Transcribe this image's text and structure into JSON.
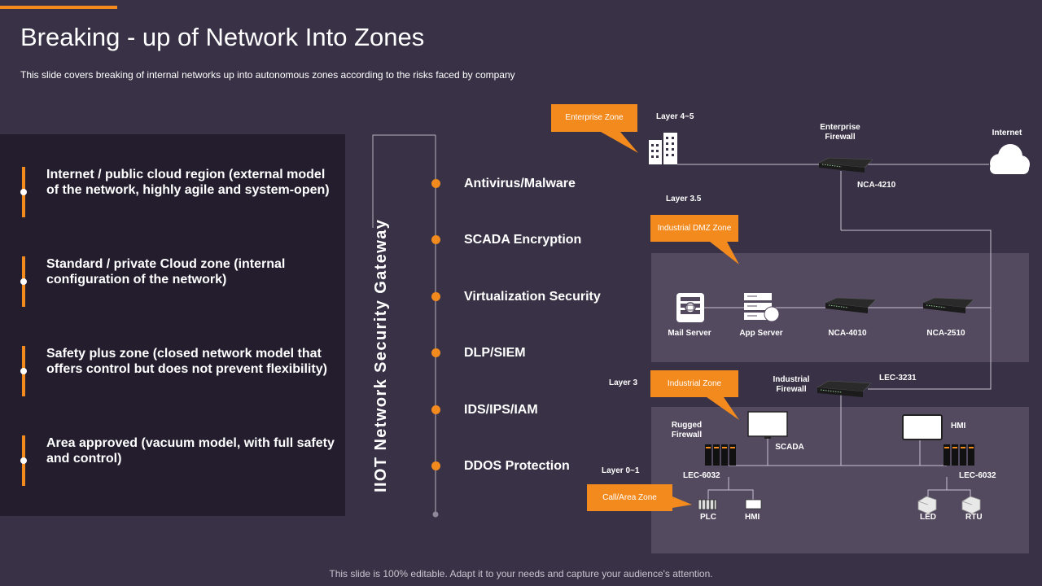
{
  "title": "Breaking - up of Network Into Zones",
  "subtitle": "This slide covers breaking of internal networks up into autonomous zones according to the risks faced by company",
  "zones": [
    "Internet / public cloud region (external model of the network,  highly agile and system-open)",
    "Standard / private Cloud zone (internal configuration of the network)",
    "Safety plus zone (closed network model that offers control but does not prevent flexibility)",
    "Area approved (vacuum model, with full safety  and control)"
  ],
  "gateway_label": "IIOT Network Security Gateway",
  "features": [
    "Antivirus/Malware",
    "SCADA Encryption",
    "Virtualization Security",
    "DLP/SIEM",
    "IDS/IPS/IAM",
    "DDOS Protection"
  ],
  "diagram": {
    "callouts": {
      "enterprise_zone": "Enterprise Zone",
      "industrial_dmz_zone": "Industrial DMZ Zone",
      "industrial_zone": "Industrial Zone",
      "call_area_zone": "Call/Area Zone"
    },
    "layers": {
      "l45": "Layer 4~5",
      "l35": "Layer 3.5",
      "l3": "Layer 3",
      "l01": "Layer 0~1"
    },
    "labels": {
      "enterprise_firewall": "Enterprise Firewall",
      "internet": "Internet",
      "nca4210": "NCA-4210",
      "mail_server": "Mail Server",
      "app_server": "App Server",
      "nca4010": "NCA-4010",
      "nca2510": "NCA-2510",
      "industrial_firewall": "Industrial Firewall",
      "lec3231": "LEC-3231",
      "rugged_firewall": "Rugged Firewall",
      "scada": "SCADA",
      "hmi_top": "HMI",
      "lec6032_left": "LEC-6032",
      "lec6032_right": "LEC-6032",
      "plc": "PLC",
      "hmi_bottom": "HMI",
      "led": "LED",
      "rtu": "RTU"
    }
  },
  "footer": "This slide is 100% editable. Adapt it to your needs and capture your audience's attention.",
  "colors": {
    "background": "#393145",
    "panel": "#241d2e",
    "accent": "#f28a1e",
    "zone_box": "#544a60"
  }
}
